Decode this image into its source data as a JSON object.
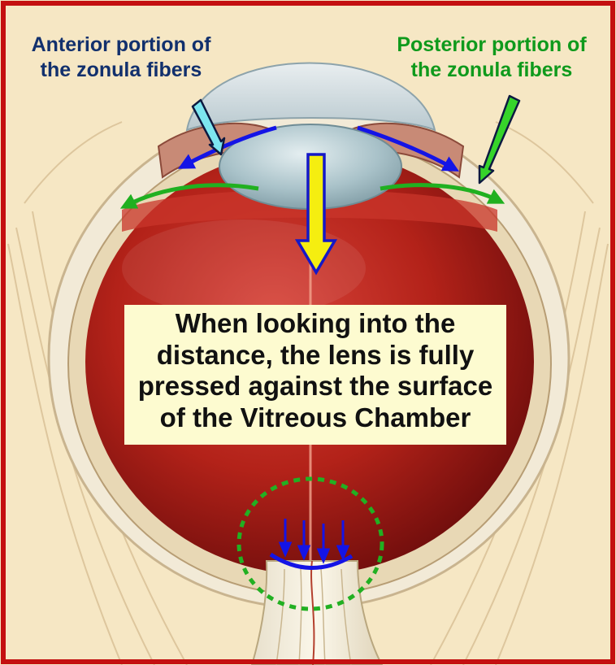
{
  "labels": {
    "anterior": [
      "Anterior portion of",
      "the zonula fibers"
    ],
    "posterior": [
      "Posterior portion of",
      "the zonula fibers"
    ]
  },
  "caption": [
    "When looking into the",
    "distance, the lens is fully",
    "pressed against the surface",
    "of the Vitreous Chamber"
  ],
  "colors": {
    "border": "#c41010",
    "background": "#f6e7c4",
    "vitreous": "#b2231c",
    "lens": "#a9c2c9",
    "cornea": "#c8d6dc",
    "anterior_label": "#12306d",
    "posterior_label": "#0f9a1c",
    "blue_arrow": "#1414e6",
    "green_arrow": "#20b020",
    "yellow_arrow": "#f5ee10",
    "cyan_pointer": "#7de6f0",
    "green_pointer": "#36d42a",
    "dotted_circle": "#22b022",
    "caption_box": "#fdfbd0"
  },
  "icons": {
    "yellow_arrow": "arrow-down-icon",
    "blue_arrows": "arrow-down-icon",
    "dotted_circle": "dashed-circle-icon"
  }
}
